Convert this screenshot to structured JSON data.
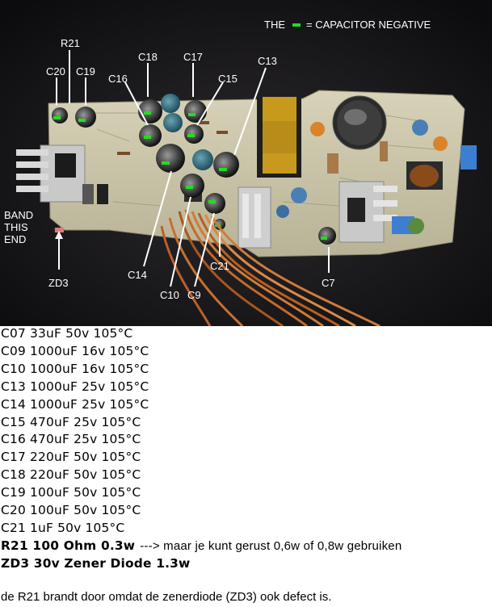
{
  "photo": {
    "legend": {
      "prefix": "THE",
      "suffix": "= CAPACITOR NEGATIVE",
      "marker_color": "#22dd22"
    },
    "labels": {
      "r21": "R21",
      "c20": "C20",
      "c19": "C19",
      "c18": "C18",
      "c17": "C17",
      "c16": "C16",
      "c15": "C15",
      "c13": "C13",
      "band_line1": "BAND",
      "band_line2": "THIS",
      "band_line3": "END",
      "zd3": "ZD3",
      "c14": "C14",
      "c10": "C10",
      "c9": "C9",
      "c21": "C21",
      "c7": "C7"
    }
  },
  "parts": [
    {
      "text": "C07 33uF 50v 105°C",
      "bold": false
    },
    {
      "text": "C09 1000uF 16v 105°C",
      "bold": false
    },
    {
      "text": "C10 1000uF 16v 105°C",
      "bold": false
    },
    {
      "text": "C13 1000uF 25v 105°C",
      "bold": false
    },
    {
      "text": "C14 1000uF 25v 105°C",
      "bold": false
    },
    {
      "text": "C15 470uF 25v 105°C",
      "bold": false
    },
    {
      "text": "C16 470uF 25v 105°C",
      "bold": false
    },
    {
      "text": "C17 220uF 50v 105°C",
      "bold": false
    },
    {
      "text": "C18 220uF 50v 105°C",
      "bold": false
    },
    {
      "text": "C19 100uF 50v 105°C",
      "bold": false
    },
    {
      "text": "C20 100uF 50v 105°C",
      "bold": false
    },
    {
      "text": "C21 1uF 50v 105°C",
      "bold": false
    },
    {
      "text": "R21 100 Ohm 0.3w",
      "bold": true,
      "note": "---> maar je kunt gerust 0,6w of 0,8w gebruiken"
    },
    {
      "text": "ZD3 30v Zener Diode 1.3w",
      "bold": true
    }
  ],
  "footer": "de R21 brandt door omdat de zenerdiode (ZD3) ook defect is."
}
